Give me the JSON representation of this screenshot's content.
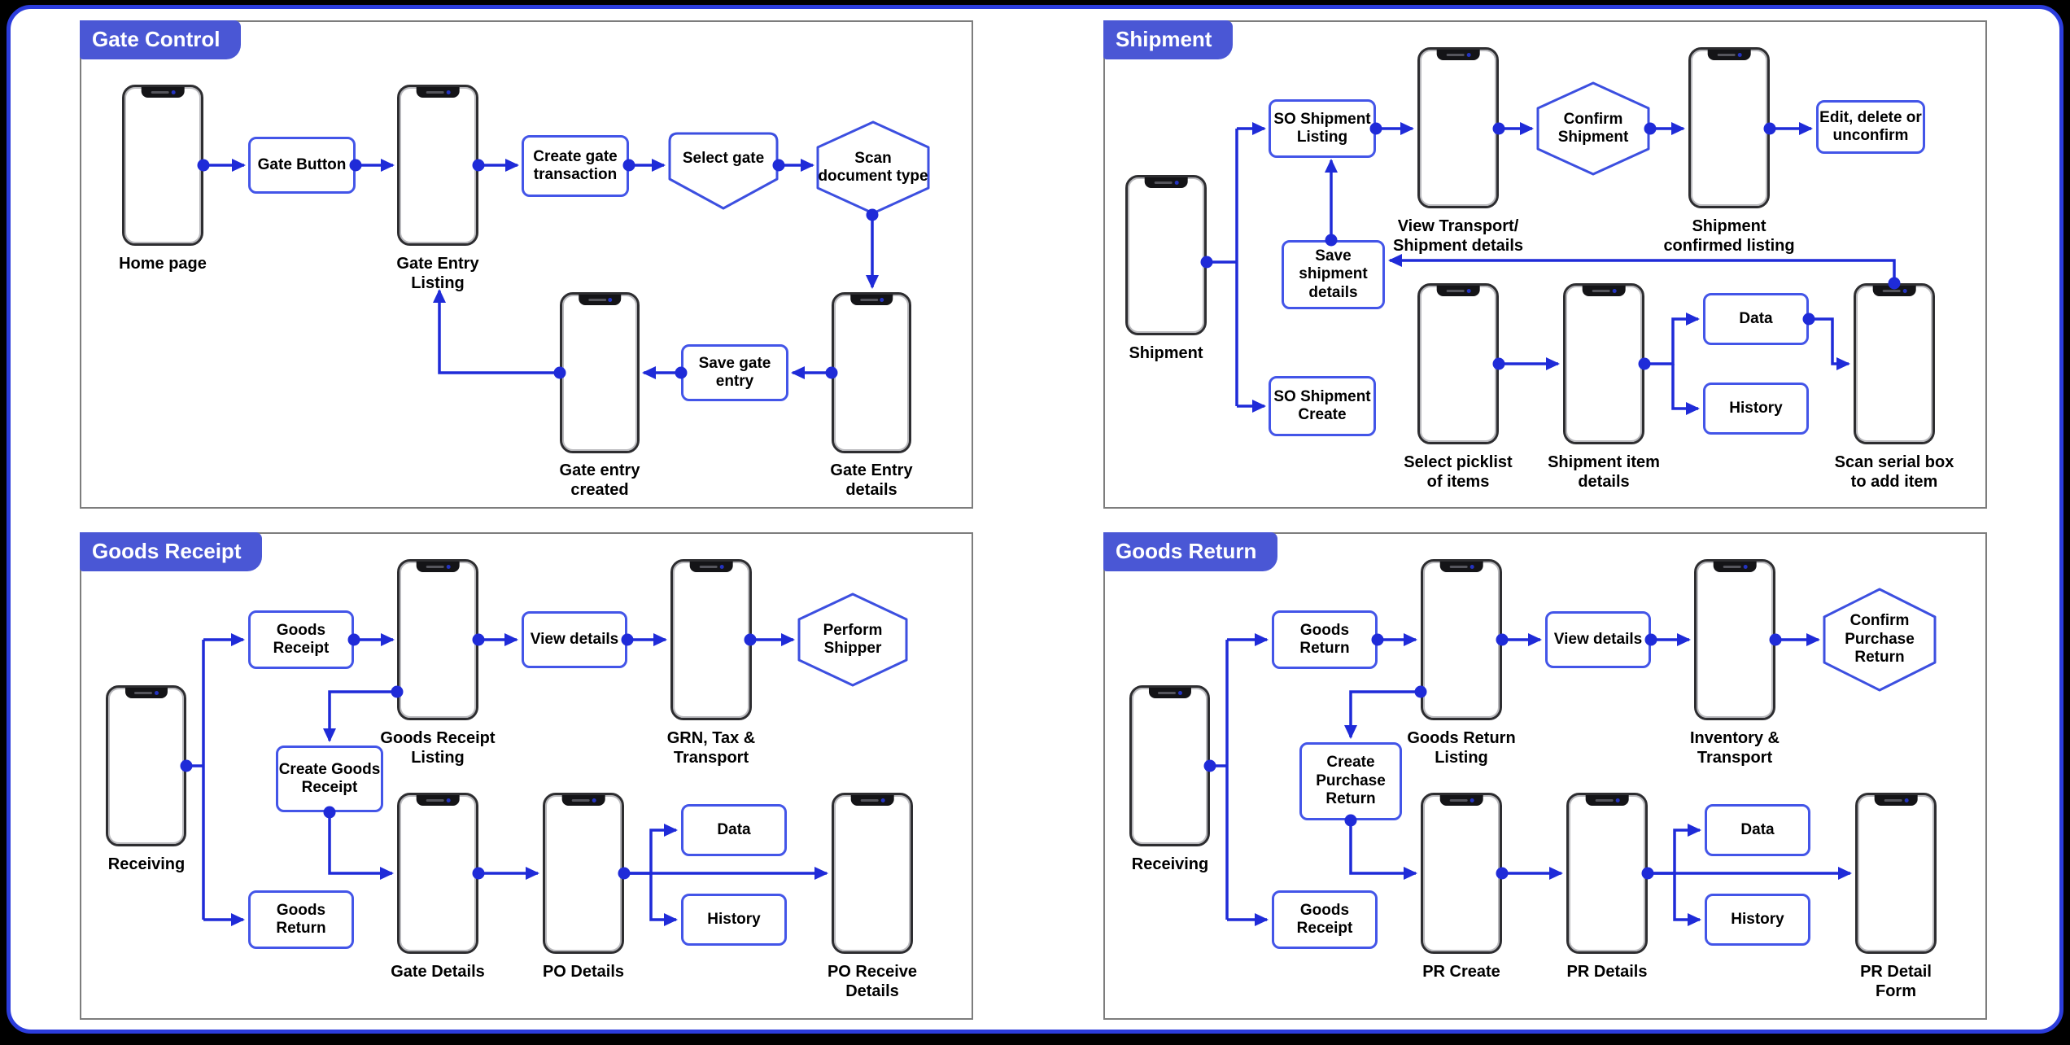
{
  "colors": {
    "wire": "#1f2bd8",
    "node_border": "#4355e8",
    "badge_bg": "#4a57d5",
    "panel_border": "#7d7d7d",
    "frame_border": "#2b3cdc",
    "frame_bg": "#000000"
  },
  "panels": {
    "gate_control": {
      "title": "Gate Control",
      "nodes": {
        "home_phone": "Home page",
        "gate_button": "Gate Button",
        "gate_entry_listing_phone": "Gate Entry\nListing",
        "create_gate_transaction": "Create gate\ntransaction",
        "select_gate": "Select gate",
        "scan_document_type": "Scan\ndocument type",
        "gate_entry_created_phone": "Gate entry\ncreated",
        "save_gate_entry": "Save gate\nentry",
        "gate_entry_details_phone": "Gate Entry\ndetails"
      }
    },
    "shipment": {
      "title": "Shipment",
      "nodes": {
        "shipment_phone": "Shipment",
        "so_shipment_listing": "SO Shipment\nListing",
        "view_transport_phone": "View Transport/\nShipment details",
        "confirm_shipment": "Confirm\nShipment",
        "shipment_confirmed_phone": "Shipment\nconfirmed listing",
        "edit_delete_unconfirm": "Edit, delete or\nunconfirm",
        "save_shipment_details": "Save\nshipment\ndetails",
        "so_shipment_create": "SO Shipment\nCreate",
        "select_picklist_phone": "Select picklist\nof items",
        "shipment_item_phone": "Shipment item\ndetails",
        "data": "Data",
        "history": "History",
        "scan_serial_phone": "Scan serial box\nto add item"
      }
    },
    "goods_receipt": {
      "title": "Goods Receipt",
      "nodes": {
        "receiving_phone": "Receiving",
        "goods_receipt": "Goods\nReceipt",
        "goods_receipt_listing_phone": "Goods Receipt\nListing",
        "view_details": "View details",
        "grn_tax_transport_phone": "GRN, Tax &\nTransport",
        "perform_shipper": "Perform\nShipper",
        "create_goods_receipt": "Create Goods\nReceipt",
        "goods_return": "Goods\nReturn",
        "gate_details_phone": "Gate Details",
        "po_details_phone": "PO Details",
        "data": "Data",
        "history": "History",
        "po_receive_details_phone": "PO Receive\nDetails"
      }
    },
    "goods_return": {
      "title": "Goods Return",
      "nodes": {
        "receiving_phone": "Receiving",
        "goods_return": "Goods\nReturn",
        "goods_return_listing_phone": "Goods Return\nListing",
        "view_details": "View details",
        "inventory_transport_phone": "Inventory &\nTransport",
        "confirm_purchase_return": "Confirm\nPurchase\nReturn",
        "create_purchase_return": "Create\nPurchase\nReturn",
        "goods_receipt": "Goods\nReceipt",
        "pr_create_phone": "PR Create",
        "pr_details_phone": "PR Details",
        "data": "Data",
        "history": "History",
        "pr_detail_form_phone": "PR Detail\nForm"
      }
    }
  }
}
